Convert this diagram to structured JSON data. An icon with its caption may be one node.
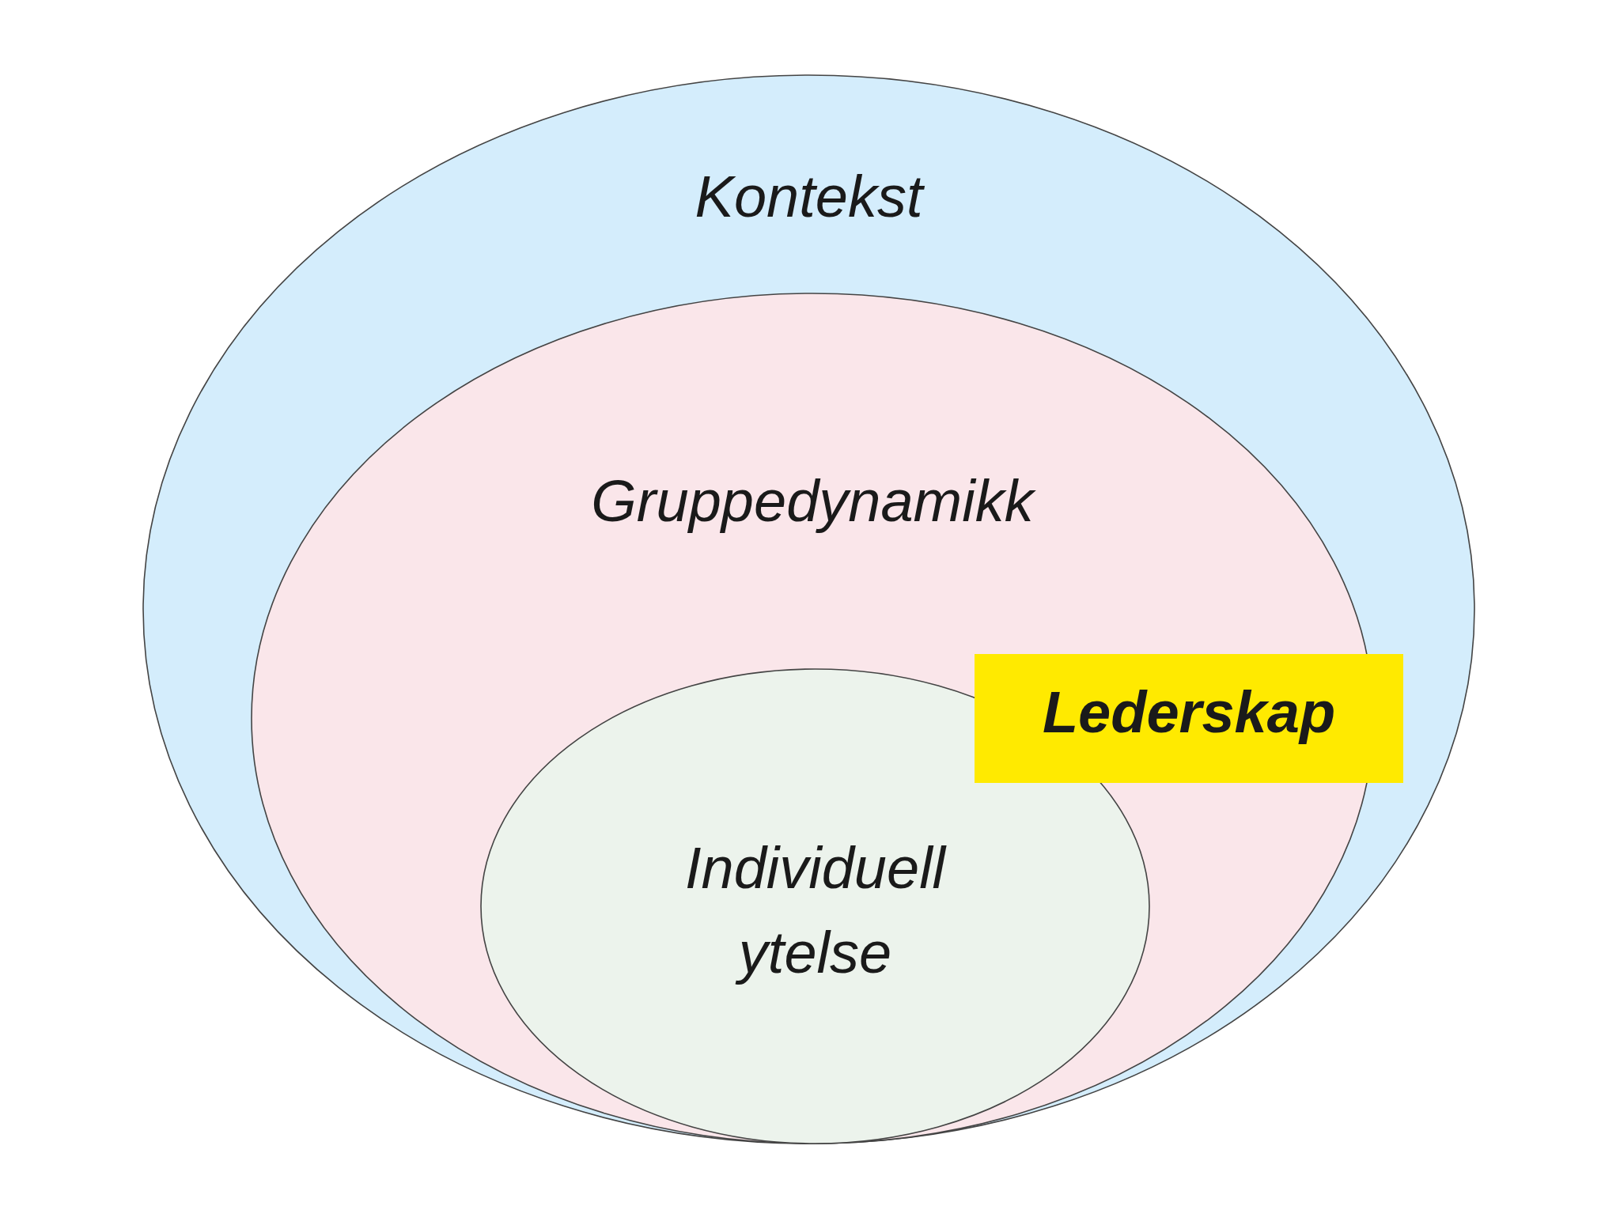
{
  "diagram": {
    "nodes": [
      {
        "text": [
          "Kontekst"
        ]
      },
      {
        "text": [
          "Gruppedynamikk"
        ],
        "in": 0
      },
      {
        "text": [
          "Individuell ytelse"
        ],
        "in": 1
      },
      {
        "text": [
          "Lederskap"
        ],
        "in": 0
      }
    ]
  }
}
